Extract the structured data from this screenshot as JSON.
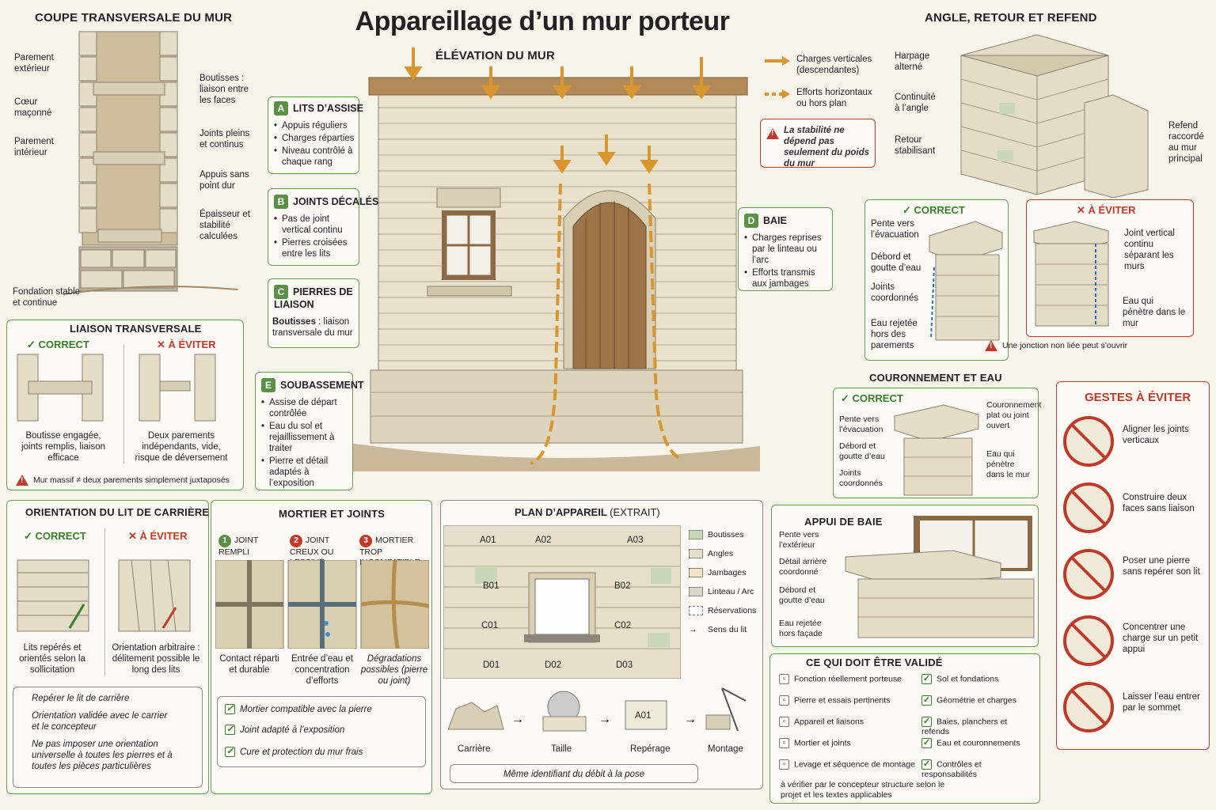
{
  "title": "Appareillage d’un mur porteur",
  "coupe": {
    "title": "COUPE TRANSVERSALE DU MUR",
    "left_labels": [
      "Parement extérieur",
      "Cœur maçonné",
      "Parement intérieur",
      "Fondation stable et continue"
    ],
    "right_labels": [
      "Boutisses : liaison entre les faces",
      "Joints pleins et continus",
      "Appuis sans point dur",
      "Épaisseur et stabilité calculées"
    ]
  },
  "liaison": {
    "title": "LIAISON TRANSVERSALE",
    "ok": "✓ CORRECT",
    "ko": "✕ À ÉVITER",
    "ok_caption": "Boutisse engagée, joints remplis, liaison efficace",
    "ko_caption": "Deux parements indépendants, vide, risque de déversement",
    "warning": "Mur massif ≠ deux parements simplement juxtaposés"
  },
  "orientation": {
    "title": "ORIENTATION DU LIT DE CARRIÈRE",
    "ok": "✓ CORRECT",
    "ko": "✕ À ÉVITER",
    "ok_caption": "Lits repérés et orientés selon la sollicitation",
    "ko_caption": "Orientation arbitraire : délitement possible le long des lits",
    "notes": [
      "Repérer le lit de carrière",
      "Orientation validée avec le carrier et le concepteur",
      "Ne pas imposer une orientation universelle à toutes les pierres et à toutes les pièces particulières"
    ]
  },
  "mortier": {
    "title": "MORTIER ET JOINTS",
    "cols": [
      {
        "n": "1",
        "head": "JOINT REMPLI",
        "caption": "Contact réparti et durable"
      },
      {
        "n": "2",
        "head": "JOINT CREUX OU LESSIVÉ",
        "caption": "Entrée d’eau et concentration d’efforts"
      },
      {
        "n": "3",
        "head": "MORTIER TROP INCOMPATIBLE",
        "caption": "Dégradations possibles (pierre ou joint)"
      }
    ],
    "checks": [
      "Mortier compatible avec la pierre",
      "Joint adapté à l’exposition",
      "Cure et protection du mur frais"
    ]
  },
  "elevation": {
    "title": "ÉLÉVATION DU MUR",
    "A": {
      "letter": "A",
      "title": "LITS D’ASSISE",
      "items": [
        "Appuis réguliers",
        "Charges réparties",
        "Niveau contrôlé à chaque rang"
      ]
    },
    "B": {
      "letter": "B",
      "title": "JOINTS DÉCALÉS",
      "items": [
        "Pas de joint vertical continu",
        "Pierres croisées entre les lits"
      ]
    },
    "C": {
      "letter": "C",
      "title": "PIERRES DE LIAISON",
      "text_bold": "Boutisses",
      "text": " : liaison transversale du mur"
    },
    "D": {
      "letter": "D",
      "title": "BAIE",
      "items": [
        "Charges reprises par le linteau ou l’arc",
        "Efforts transmis aux jambages"
      ]
    },
    "E": {
      "letter": "E",
      "title": "SOUBASSEMENT",
      "items": [
        "Assise de départ contrôlée",
        "Eau du sol et rejaillissement à traiter",
        "Pierre et détail adaptés à l’exposition"
      ]
    }
  },
  "legend": {
    "charges": "Charges verticales (descendantes)",
    "efforts": "Efforts horizontaux ou hors plan",
    "stability": "La stabilité ne dépend pas seulement du poids du mur"
  },
  "plan": {
    "title": "PLAN D’APPAREIL",
    "subtitle": "(EXTRAIT)",
    "codes": [
      "A01",
      "A02",
      "A03",
      "B01",
      "B02",
      "C01",
      "C02",
      "D01",
      "D02",
      "D03"
    ],
    "legend": [
      "Boutisses",
      "Angles",
      "Jambages",
      "Linteau / Arc",
      "Réservations",
      "Sens du lit"
    ],
    "steps": [
      "Carrière",
      "Taille",
      "Repérage",
      "Montage"
    ],
    "step_code": "A01",
    "footer": "Même identifiant du débit à la pose"
  },
  "angle": {
    "title": "ANGLE, RETOUR ET REFEND",
    "labels": [
      "Harpage alterné",
      "Continuité à l’angle",
      "Retour stabilisant",
      "Refend raccordé au mur principal"
    ]
  },
  "corner": {
    "ok": "✓ CORRECT",
    "ko": "✕ À ÉVITER",
    "ok_labels": [
      "Pente vers l’évacuation",
      "Débord et goutte d’eau",
      "Joints coordonnés",
      "Eau rejetée hors des parements"
    ],
    "ko_labels": [
      "Joint vertical continu séparant les murs",
      "Eau qui pénètre dans le mur"
    ],
    "warning": "Une jonction non liée peut s’ouvrir"
  },
  "couronnement": {
    "title": "COURONNEMENT ET EAU",
    "ok": "✓ CORRECT",
    "labels_left": [
      "Pente vers l’évacuation",
      "Débord et goutte d’eau",
      "Joints coordonnés"
    ],
    "labels_right": [
      "Couronnement plat ou joint ouvert",
      "Eau qui pénètre dans le mur"
    ]
  },
  "appui": {
    "title": "APPUI DE BAIE",
    "labels": [
      "Pente vers l’extérieur",
      "Détail arrière coordonné",
      "Débord et goutte d’eau",
      "Eau rejetée hors façade"
    ]
  },
  "valider": {
    "title": "CE QUI DOIT ÊTRE VALIDÉ",
    "left": [
      "Fonction réellement porteuse",
      "Pierre et essais pertinents",
      "Appareil et liaisons",
      "Mortier et joints",
      "Levage et séquence de montage"
    ],
    "right": [
      "Sol et fondations",
      "Géométrie et charges",
      "Baies, planchers et refends",
      "Eau et couronnements",
      "Contrôles et responsabilités"
    ],
    "footer": "à vérifier par le concepteur structure selon le projet et les textes applicables"
  },
  "gestes": {
    "title": "GESTES À ÉVITER",
    "items": [
      "Aligner les joints verticaux",
      "Construire deux faces sans liaison",
      "Poser une pierre sans repérer son lit",
      "Concentrer une charge sur un petit appui",
      "Laisser l’eau entrer par le sommet"
    ]
  },
  "colors": {
    "green": "#5a8f45",
    "red": "#c0392b",
    "orange": "#d9962e",
    "stone": "#e4ddc6"
  }
}
